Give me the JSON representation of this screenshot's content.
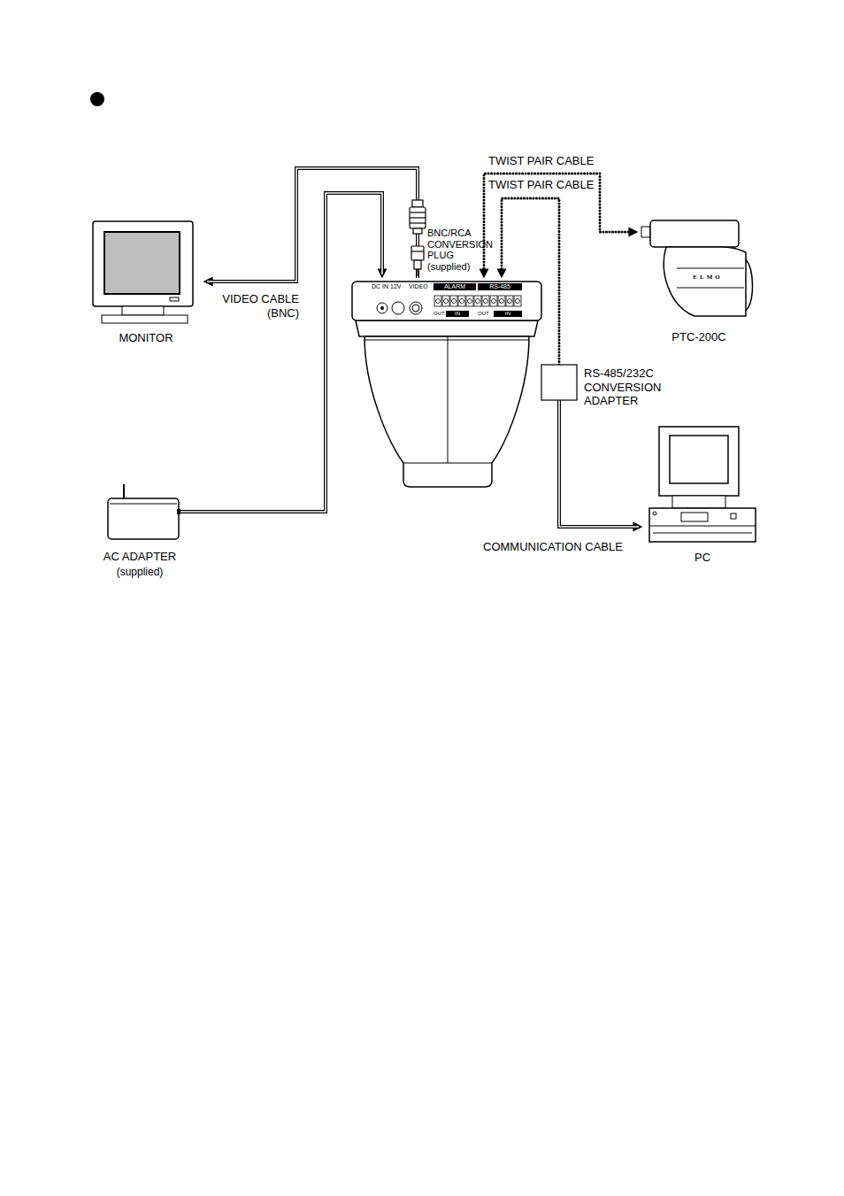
{
  "diagram": {
    "nodes": [
      {
        "text": [
          "MONITOR"
        ]
      },
      {
        "text": [
          "DC IN 12V",
          "VIDEO",
          "ALARM",
          "RS-485",
          "OUT",
          "IN",
          "OUT",
          "IN"
        ]
      },
      {
        "text": [
          "ELMO",
          "PTC-200C"
        ]
      },
      {
        "text": [
          "RS-485/232C CONVERSION ADAPTER"
        ]
      },
      {
        "text": [
          "PC"
        ]
      },
      {
        "text": [
          "AC ADAPTER",
          "(supplied)"
        ]
      }
    ],
    "edges": [
      {
        "from": 1,
        "to": 0,
        "arrow": "to",
        "label": "VIDEO CABLE (BNC)"
      },
      {
        "from": 5,
        "to": 1,
        "arrow": "to"
      },
      {
        "from": 1,
        "to": 2,
        "arrow": "both",
        "label": "TWIST PAIR CABLE"
      },
      {
        "from": 3,
        "to": 1,
        "arrow": "to",
        "label": "TWIST PAIR CABLE"
      },
      {
        "from": 3,
        "to": 4,
        "arrow": "to",
        "label": "COMMUNICATION CABLE"
      }
    ],
    "labels": [
      "BNC/RCA CONVERSION PLUG (supplied)"
    ]
  }
}
